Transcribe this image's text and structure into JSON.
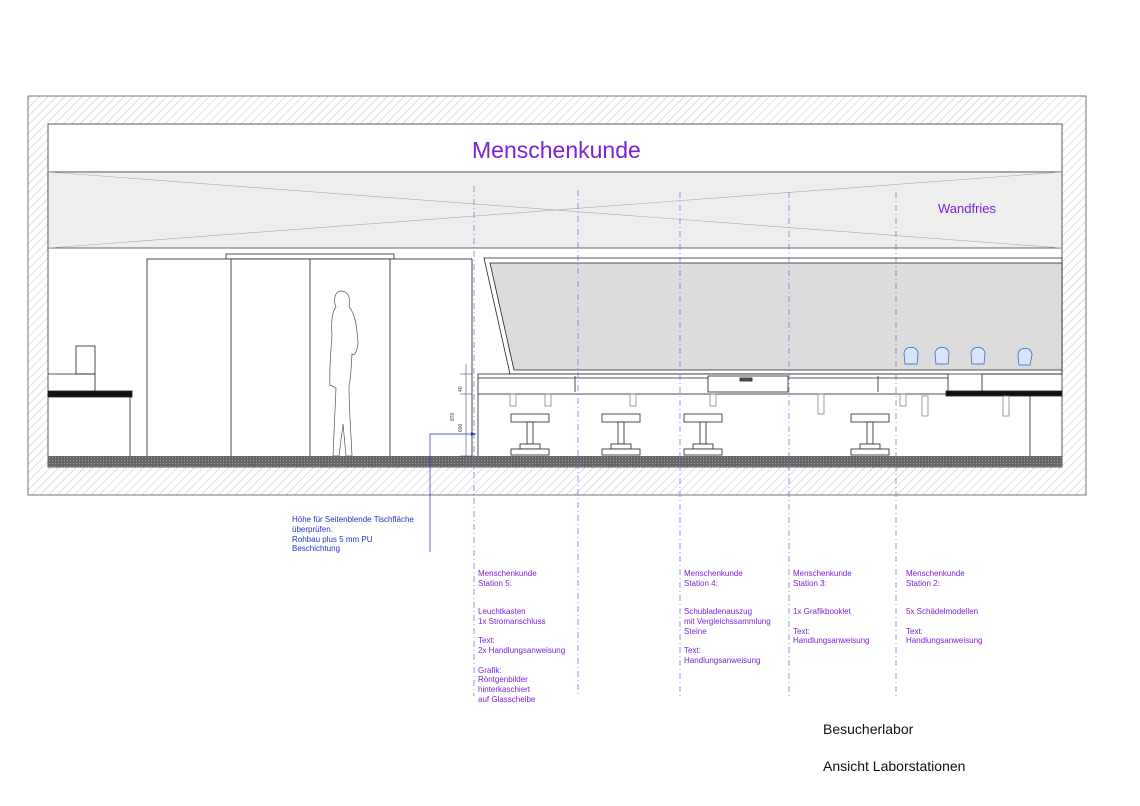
{
  "banner": {
    "title": "Menschenkunde"
  },
  "frieze": {
    "label": "Wandfries"
  },
  "dimensions": {
    "d40": "40",
    "d870": "870",
    "d600": "600"
  },
  "note": {
    "text": "Höhe für Seitenblende Tischfläche\nüberprüfen.\nRohbau plus 5 mm PU\nBeschichtung"
  },
  "stations": [
    {
      "heading": "Menschenkunde\nStation 5:",
      "body": "Leuchtkasten\n1x Stromanschluss\n\nText:\n2x Handlungsanweisung\n\nGrafik:\nRöntgenbilder\nhinterkaschiert\nauf Glasscheibe"
    },
    {
      "heading": "Menschenkunde\nStation 4:",
      "body": "Schubladenauszug\nmit Vergleichssammlung\nSteine\n\nText:\nHandlungsanweisung"
    },
    {
      "heading": "Menschenkunde\nStation 3:",
      "body": "1x Grafikbooklet\n\nText:\nHandlungsanweisung"
    },
    {
      "heading": "Menschenkunde\nStation 2:",
      "body": "5x Schädelmodellen\n\nText:\nHandlungsanweisung"
    }
  ],
  "title_block": {
    "line1": "Besucherlabor",
    "line2": "Ansicht Laborstationen"
  },
  "colors": {
    "accent": "#7b22d6",
    "note_blue": "#2233cc",
    "line": "#222222",
    "guide": "#6a6ae0"
  }
}
